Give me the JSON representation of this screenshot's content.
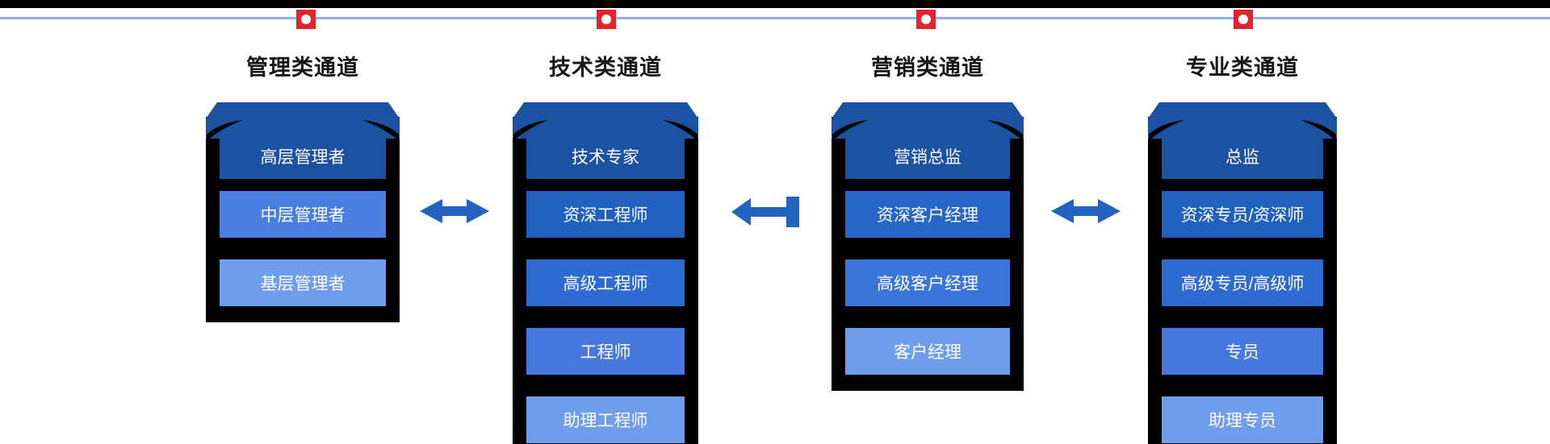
{
  "page": {
    "top_bar_color": "#000000",
    "frame_color": "#000000",
    "timeline": {
      "line_color": "#8ab3ec",
      "marker_color": "#e02531",
      "marker_dot_color": "#ffffff",
      "marker_count": 4
    }
  },
  "columns": [
    {
      "title": "管理类通道",
      "levels": [
        {
          "label": "高层管理者",
          "color": "#1c52a2"
        },
        {
          "label": "中层管理者",
          "color": "#4a7ee0"
        },
        {
          "label": "基层管理者",
          "color": "#6f9deb"
        }
      ]
    },
    {
      "title": "技术类通道",
      "levels": [
        {
          "label": "技术专家",
          "color": "#1c52a2"
        },
        {
          "label": "资深工程师",
          "color": "#2160bf"
        },
        {
          "label": "高级工程师",
          "color": "#2e6bd1"
        },
        {
          "label": "工程师",
          "color": "#4478de"
        },
        {
          "label": "助理工程师",
          "color": "#6f9deb"
        }
      ]
    },
    {
      "title": "营销类通道",
      "levels": [
        {
          "label": "营销总监",
          "color": "#1c52a2"
        },
        {
          "label": "资深客户经理",
          "color": "#2765c7"
        },
        {
          "label": "高级客户经理",
          "color": "#3a76da"
        },
        {
          "label": "客户经理",
          "color": "#6f9deb"
        }
      ]
    },
    {
      "title": "专业类通道",
      "levels": [
        {
          "label": "总监",
          "color": "#1c52a2"
        },
        {
          "label": "资深专员/资深师",
          "color": "#2160bf"
        },
        {
          "label": "高级专员/高级师",
          "color": "#2e6bd1"
        },
        {
          "label": "专员",
          "color": "#4478de"
        },
        {
          "label": "助理专员",
          "color": "#6f9deb"
        }
      ]
    }
  ],
  "arrows": {
    "color": "#2262c0",
    "items": [
      {
        "type": "double-headed",
        "between": "管理类通道-技术类通道"
      },
      {
        "type": "left-pointing-from-bar",
        "between": "技术类通道-营销类通道"
      },
      {
        "type": "double-headed",
        "between": "营销类通道-专业类通道"
      }
    ]
  }
}
